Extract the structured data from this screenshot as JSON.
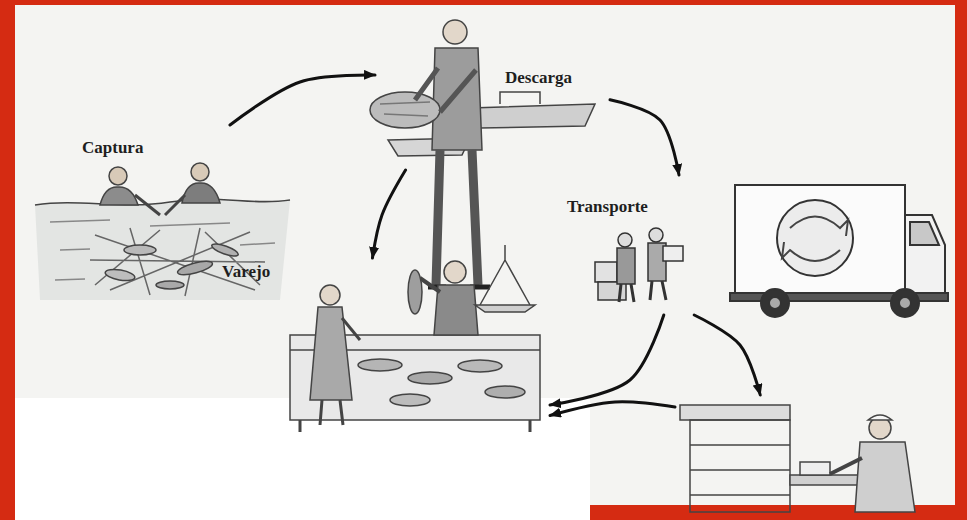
{
  "diagram": {
    "nodes": [
      {
        "text": [
          "Captura"
        ]
      },
      {
        "text": [
          "Descarga"
        ]
      },
      {
        "text": [
          "Transporte"
        ]
      },
      {
        "text": [
          "Varejo"
        ]
      },
      {
        "text": []
      }
    ],
    "edges": [
      {
        "from": 0,
        "to": 1,
        "arrow": "to"
      },
      {
        "from": 1,
        "to": 2,
        "arrow": "to"
      },
      {
        "from": 1,
        "to": 3,
        "arrow": "to"
      },
      {
        "from": 2,
        "to": 3,
        "arrow": "to"
      },
      {
        "from": 2,
        "to": 4,
        "arrow": "to"
      },
      {
        "from": 4,
        "to": 3,
        "arrow": "to"
      }
    ]
  }
}
